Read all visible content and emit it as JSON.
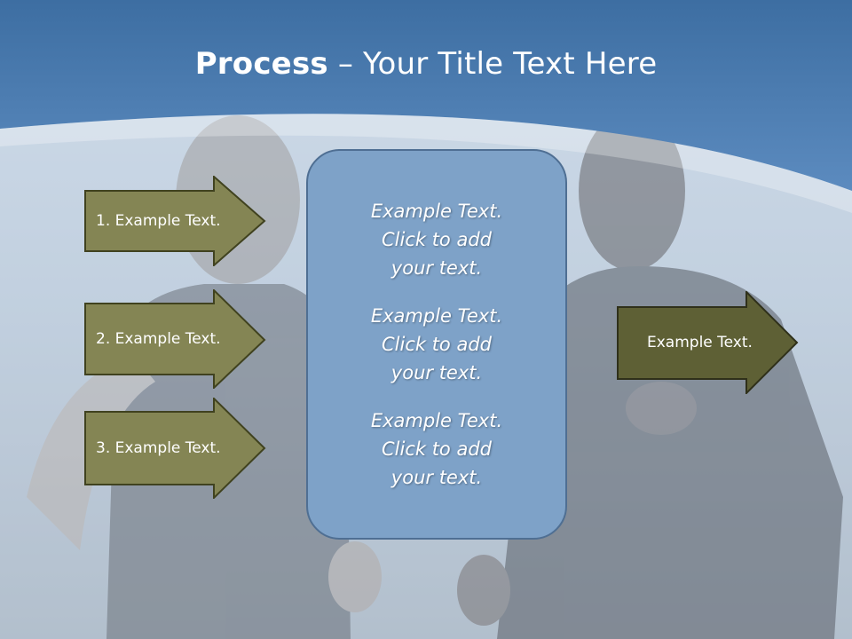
{
  "slide": {
    "title_bold": "Process",
    "title_rest": " – Your Title Text Here"
  },
  "left_arrows": [
    {
      "label": "1. Example Text."
    },
    {
      "label": "2. Example Text."
    },
    {
      "label": "3. Example Text."
    }
  ],
  "center_box": {
    "paragraphs": [
      "Example Text.\nClick  to add\nyour text.",
      "Example Text.\nClick  to add\nyour text.",
      "Example Text.\nClick  to add\nyour text."
    ]
  },
  "right_arrow": {
    "label": "Example Text."
  },
  "colors": {
    "header_blue": "#3f6fa3",
    "arrow_olive": "#848554",
    "arrow_dark_olive": "#5e6035",
    "box_blue": "#7ea2c8"
  },
  "background": {
    "photo": "two-runners-photo"
  }
}
